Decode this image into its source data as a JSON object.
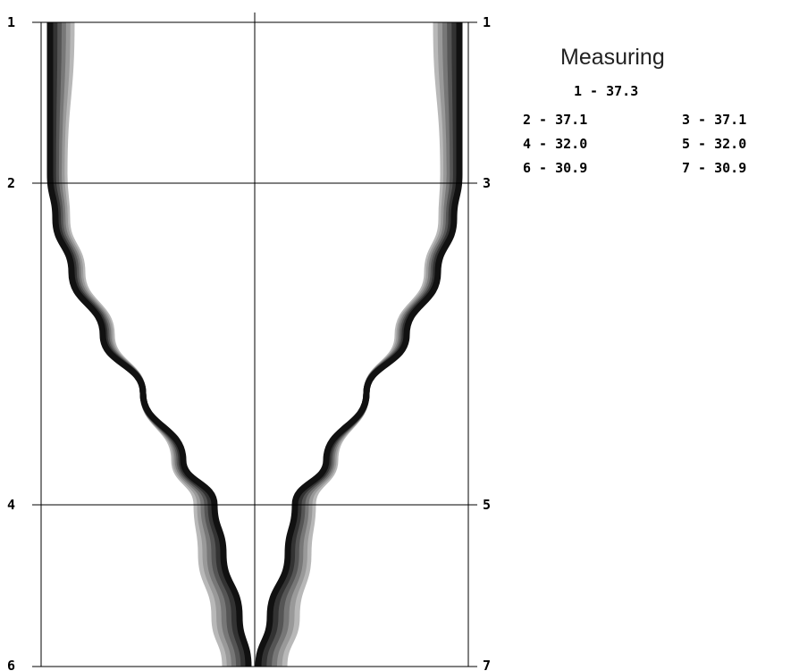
{
  "colors": {
    "background": "#ffffff",
    "axis": "#000000",
    "bands": [
      "#111111",
      "#333333",
      "#555555",
      "#777777",
      "#999999",
      "#b8b8b8"
    ]
  },
  "left_axis_labels": [
    "1",
    "2",
    "4",
    "6"
  ],
  "right_axis_labels": [
    "1",
    "3",
    "5",
    "7"
  ],
  "legend": {
    "title": "Measuring",
    "entries": [
      {
        "point": "1",
        "value": "37.3"
      },
      {
        "point": "2",
        "value": "37.1"
      },
      {
        "point": "3",
        "value": "37.1"
      },
      {
        "point": "4",
        "value": "32.0"
      },
      {
        "point": "5",
        "value": "32.0"
      },
      {
        "point": "6",
        "value": "30.9"
      },
      {
        "point": "7",
        "value": "30.9"
      }
    ]
  }
}
